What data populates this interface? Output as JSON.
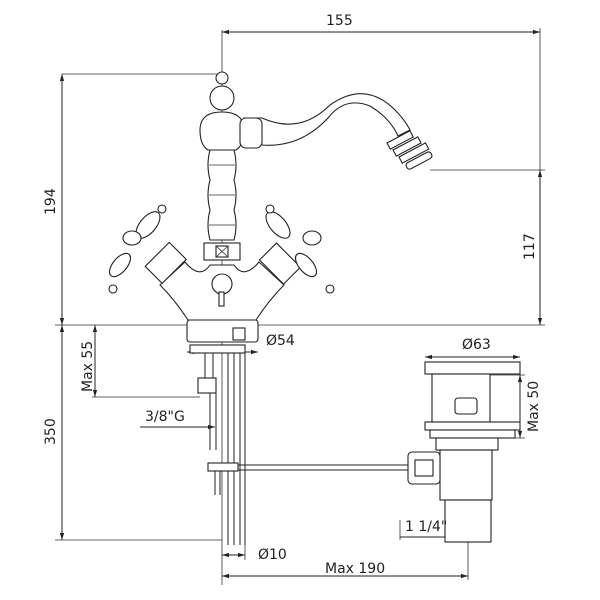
{
  "dimensions": {
    "spout_reach": "155",
    "total_height": "194",
    "spout_height": "117",
    "base_diameter": "Ø54",
    "max_deck_thickness": "Max 55",
    "flex_hose_length": "350",
    "connection_thread": "3/8\"G",
    "waste_diameter": "Ø63",
    "waste_max_depth": "Max 50",
    "waste_thread": "1 1/4\"",
    "rod_diameter": "Ø10",
    "max_rod_reach": "Max 190"
  }
}
